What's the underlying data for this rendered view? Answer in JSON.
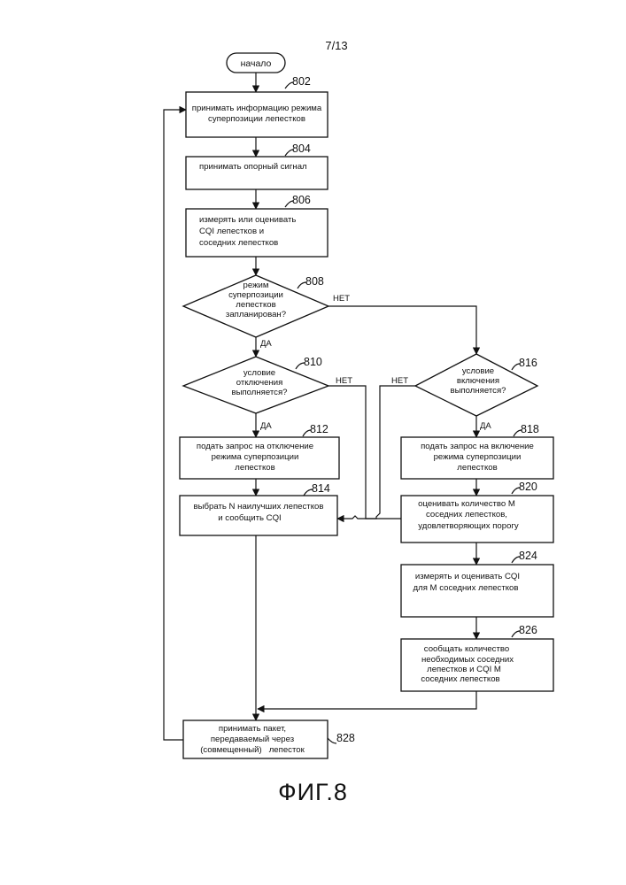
{
  "page_number": "7/13",
  "figure_label": "ФИГ.8",
  "start": {
    "label": "начало"
  },
  "steps": {
    "s802": {
      "ref": "802",
      "lines": [
        "принимать информацию режима",
        "суперпозиции лепестков"
      ]
    },
    "s804": {
      "ref": "804",
      "lines": [
        "принимать опорный сигнал"
      ]
    },
    "s806": {
      "ref": "806",
      "lines": [
        "измерять или оценивать",
        "CQI лепестков и",
        "соседних лепестков"
      ]
    },
    "s808": {
      "ref": "808",
      "lines": [
        "режим",
        "суперпозиции",
        "лепестков",
        "запланирован?"
      ]
    },
    "s810": {
      "ref": "810",
      "lines": [
        "условие",
        "отключения",
        "выполняется?"
      ]
    },
    "s816": {
      "ref": "816",
      "lines": [
        "условие",
        "включения",
        "выполняется?"
      ]
    },
    "s812": {
      "ref": "812",
      "lines": [
        "подать запрос на отключение",
        "режима суперпозиции",
        "лепестков"
      ]
    },
    "s818": {
      "ref": "818",
      "lines": [
        "подать запрос на включение",
        "режима суперпозиции",
        "лепестков"
      ]
    },
    "s814": {
      "ref": "814",
      "lines": [
        "выбрать N наилучших лепестков",
        "и сообщить CQI"
      ]
    },
    "s820": {
      "ref": "820",
      "lines": [
        "оценивать количество M",
        "соседних лепестков,",
        "удовлетворяющих порогу"
      ]
    },
    "s824": {
      "ref": "824",
      "lines": [
        "измерять и оценивать CQI",
        "для M соседних лепестков"
      ]
    },
    "s826": {
      "ref": "826",
      "lines": [
        "сообщать количество",
        "необходимых соседних",
        "лепестков и CQI M",
        "соседних лепестков"
      ]
    },
    "s828": {
      "ref": "828",
      "lines": [
        "принимать пакет,",
        "передаваемый через",
        "(совмещенный)   лепесток"
      ]
    }
  },
  "branch_labels": {
    "yes": "ДА",
    "no": "НЕТ"
  }
}
